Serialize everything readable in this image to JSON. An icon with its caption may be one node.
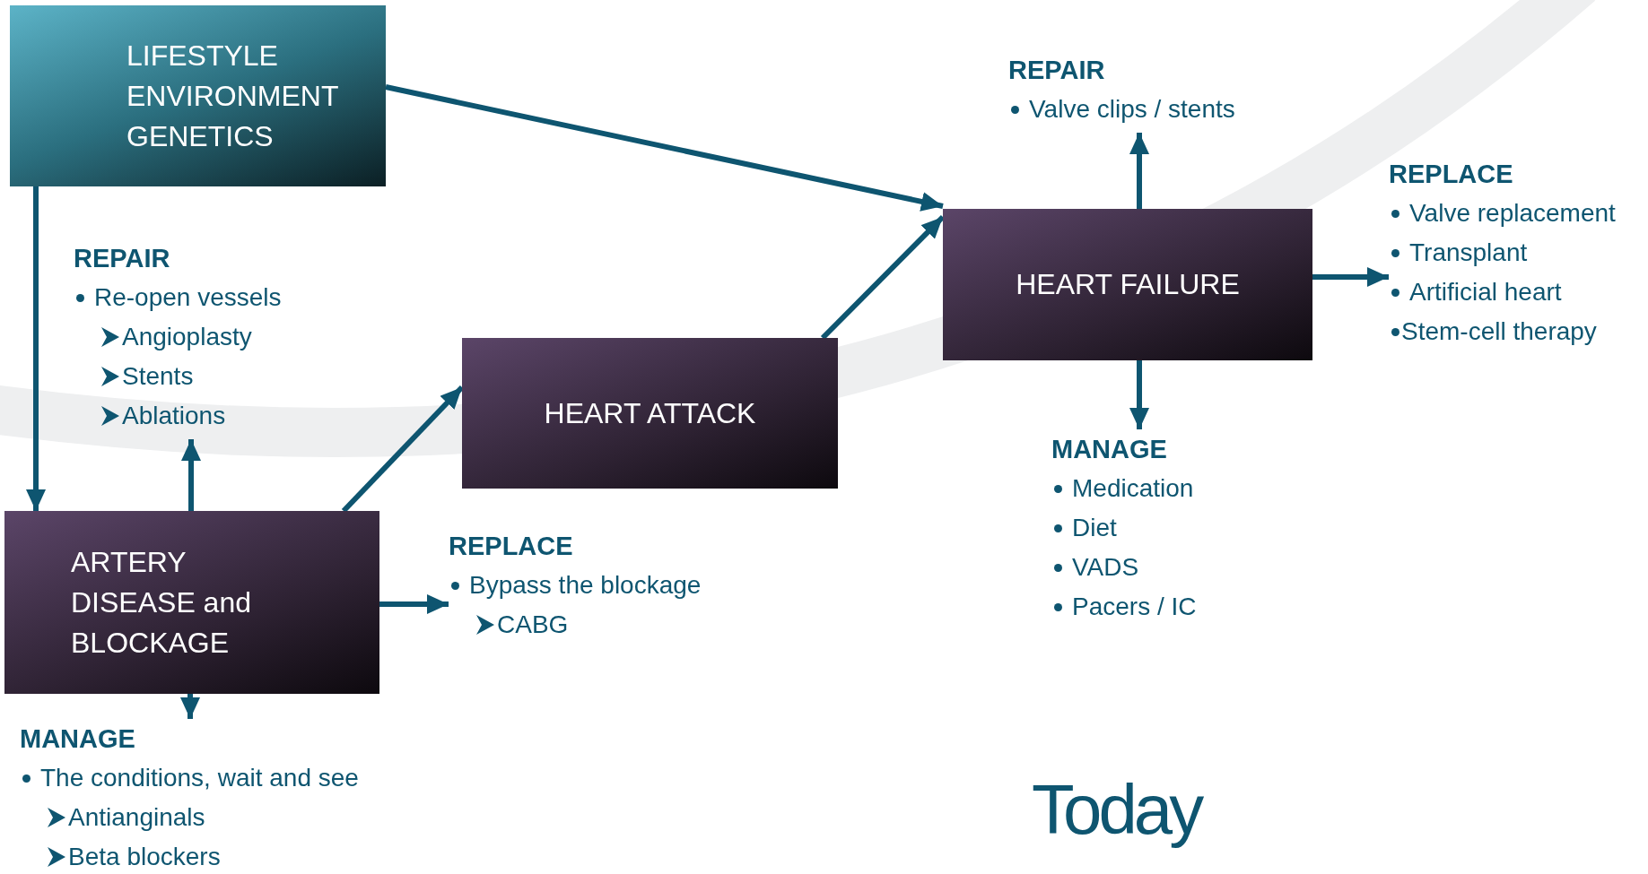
{
  "diagram": {
    "nodes": [
      {
        "text": [
          "LIFESTYLE ENVIRONMENT GENETICS"
        ]
      },
      {
        "text": [
          "REPAIR",
          "Re-open vessels",
          "Angioplasty",
          "Stents",
          "Ablations"
        ]
      },
      {
        "text": [
          "ARTERY DISEASE and BLOCKAGE"
        ]
      },
      {
        "text": [
          "HEART ATTACK"
        ]
      },
      {
        "text": [
          "REPLACE",
          "Bypass the blockage",
          "CABG"
        ]
      },
      {
        "text": [
          "MANAGE",
          "The conditions, wait and see",
          "Antianginals",
          "Beta blockers"
        ]
      },
      {
        "text": [
          "REPAIR",
          "Valve clips / stents"
        ]
      },
      {
        "text": [
          "HEART FAILURE"
        ]
      },
      {
        "text": [
          "REPLACE",
          "Valve replacement",
          "Transplant",
          "Artificial heart",
          "Stem-cell therapy"
        ]
      },
      {
        "text": [
          "MANAGE",
          "Medication",
          "Diet",
          "VADS",
          "Pacers / IC"
        ]
      }
    ],
    "edges": [
      {
        "from": 0,
        "to": 2,
        "arrow": "to"
      },
      {
        "from": 0,
        "to": 7,
        "arrow": "to"
      },
      {
        "from": 2,
        "to": 1,
        "arrow": "to"
      },
      {
        "from": 2,
        "to": 3,
        "arrow": "to"
      },
      {
        "from": 2,
        "to": 4,
        "arrow": "to"
      },
      {
        "from": 2,
        "to": 5,
        "arrow": "to"
      },
      {
        "from": 3,
        "to": 7,
        "arrow": "to"
      },
      {
        "from": 7,
        "to": 6,
        "arrow": "to"
      },
      {
        "from": 7,
        "to": 8,
        "arrow": "to"
      },
      {
        "from": 7,
        "to": 9,
        "arrow": "to"
      }
    ],
    "labels": [
      "Today"
    ]
  }
}
